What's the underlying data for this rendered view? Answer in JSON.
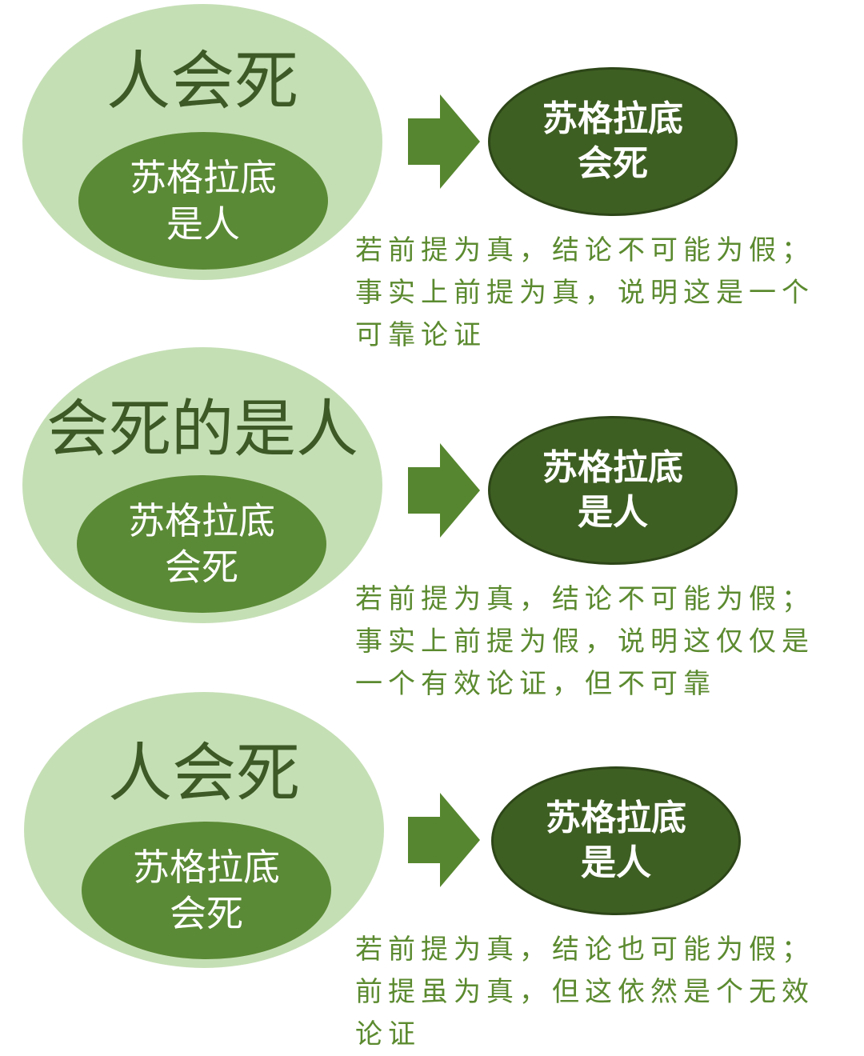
{
  "colors": {
    "outer_ellipse": "#c5dfb5",
    "inner_ellipse": "#5b8a36",
    "result_ellipse": "#3e5f22",
    "arrow": "#56862f",
    "title_text": "#3d5a26",
    "note_text": "#5b8a2f"
  },
  "rows": [
    {
      "major_premise": "人会死",
      "minor_premise": [
        "苏格拉底",
        "是人"
      ],
      "conclusion": [
        "苏格拉底",
        "会死"
      ],
      "note": [
        "若前提为真，结论不可能为假；",
        "事实上前提为真，说明这是一个",
        "可靠论证"
      ]
    },
    {
      "major_premise": "会死的是人",
      "minor_premise": [
        "苏格拉底",
        "会死"
      ],
      "conclusion": [
        "苏格拉底",
        "是人"
      ],
      "note": [
        "若前提为真，结论不可能为假；",
        "事实上前提为假，说明这仅仅是",
        "一个有效论证，但不可靠"
      ]
    },
    {
      "major_premise": "人会死",
      "minor_premise": [
        "苏格拉底",
        "会死"
      ],
      "conclusion": [
        "苏格拉底",
        "是人"
      ],
      "note": [
        "若前提为真，结论也可能为假；",
        "前提虽为真，但这依然是个无效",
        "论证"
      ]
    }
  ]
}
